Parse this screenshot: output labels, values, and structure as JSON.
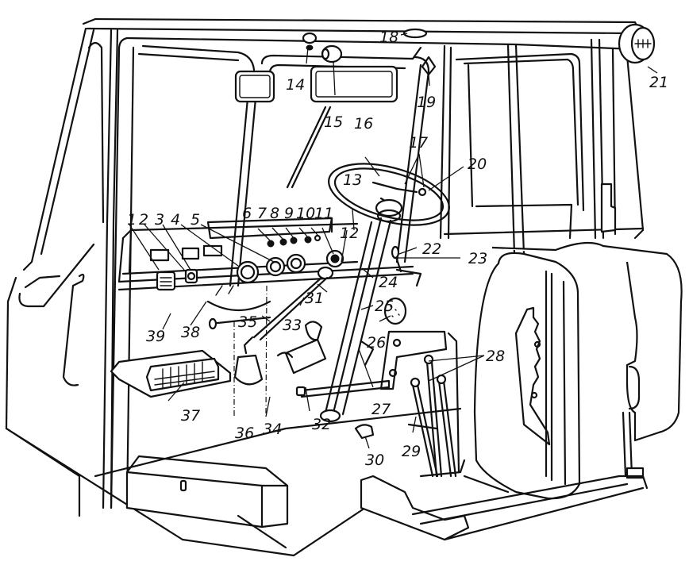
{
  "figure": {
    "subject": "Tractor cab interior with numbered controls",
    "colors": {
      "ink": "#111111",
      "paper": "#ffffff"
    }
  },
  "callouts": [
    {
      "id": "1",
      "label": "1"
    },
    {
      "id": "2",
      "label": "2"
    },
    {
      "id": "3",
      "label": "3"
    },
    {
      "id": "4",
      "label": "4"
    },
    {
      "id": "5",
      "label": "5"
    },
    {
      "id": "6",
      "label": "6"
    },
    {
      "id": "7",
      "label": "7"
    },
    {
      "id": "8",
      "label": "8"
    },
    {
      "id": "9",
      "label": "9"
    },
    {
      "id": "10",
      "label": "10"
    },
    {
      "id": "11",
      "label": "11"
    },
    {
      "id": "12",
      "label": "12"
    },
    {
      "id": "13",
      "label": "13"
    },
    {
      "id": "14",
      "label": "14"
    },
    {
      "id": "15",
      "label": "15"
    },
    {
      "id": "16",
      "label": "16"
    },
    {
      "id": "17",
      "label": "17"
    },
    {
      "id": "18",
      "label": "18"
    },
    {
      "id": "19",
      "label": "19"
    },
    {
      "id": "20",
      "label": "20"
    },
    {
      "id": "21",
      "label": "21"
    },
    {
      "id": "22",
      "label": "22"
    },
    {
      "id": "23",
      "label": "23"
    },
    {
      "id": "24",
      "label": "24"
    },
    {
      "id": "25",
      "label": "25"
    },
    {
      "id": "26",
      "label": "26"
    },
    {
      "id": "27",
      "label": "27"
    },
    {
      "id": "28",
      "label": "28"
    },
    {
      "id": "29",
      "label": "29"
    },
    {
      "id": "30",
      "label": "30"
    },
    {
      "id": "31",
      "label": "31"
    },
    {
      "id": "32",
      "label": "32"
    },
    {
      "id": "33",
      "label": "33"
    },
    {
      "id": "34",
      "label": "34"
    },
    {
      "id": "35",
      "label": "35"
    },
    {
      "id": "36",
      "label": "36"
    },
    {
      "id": "37",
      "label": "37"
    },
    {
      "id": "38",
      "label": "38"
    },
    {
      "id": "39",
      "label": "39"
    }
  ]
}
